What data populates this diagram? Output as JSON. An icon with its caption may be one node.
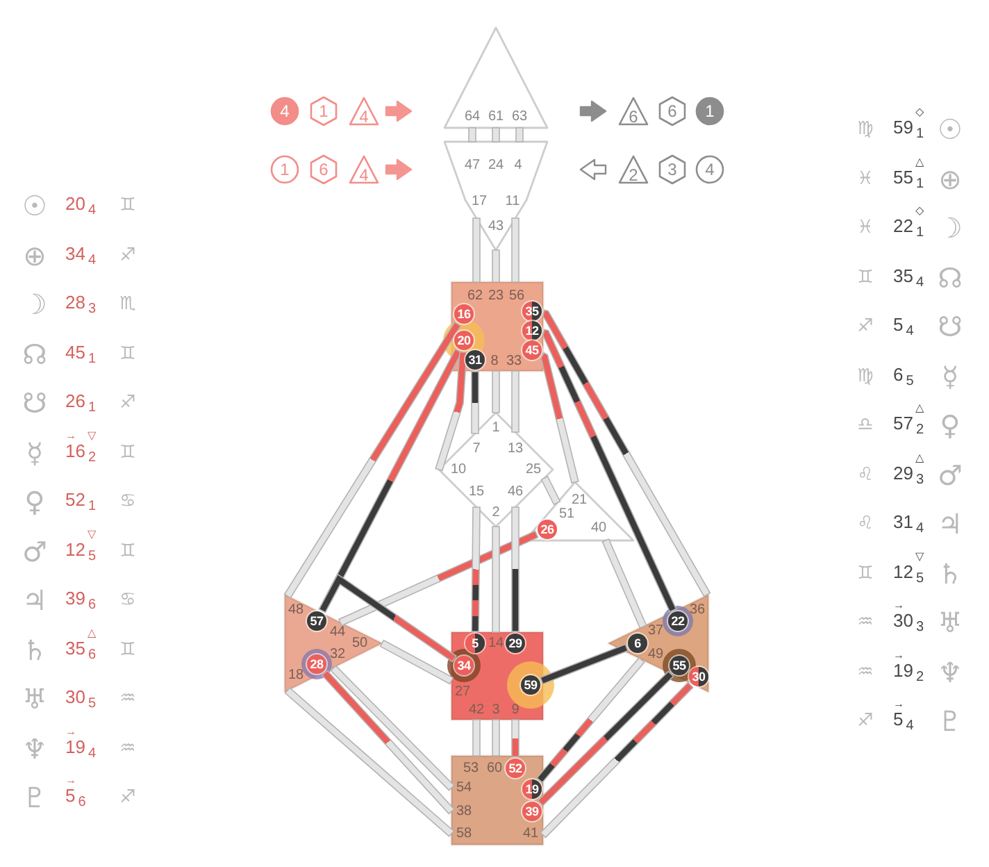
{
  "diagram": {
    "nodes": [
      {
        "text": [
          "4"
        ]
      },
      {
        "text": [
          "1"
        ]
      },
      {
        "text": [
          "4"
        ]
      },
      {
        "text": [
          "6"
        ]
      },
      {
        "text": [
          "6"
        ]
      },
      {
        "text": [
          "1"
        ]
      },
      {
        "text": [
          "1"
        ]
      },
      {
        "text": [
          "6"
        ]
      },
      {
        "text": [
          "4"
        ]
      },
      {
        "text": [
          "2"
        ]
      },
      {
        "text": [
          "3"
        ]
      },
      {
        "text": [
          "4"
        ]
      },
      {
        "text": [
          "64",
          "61",
          "63"
        ]
      },
      {
        "text": [
          "47",
          "24",
          "4",
          "17",
          "11",
          "43"
        ]
      },
      {
        "text": [
          "62",
          "23",
          "56",
          "8",
          "33"
        ]
      },
      {
        "text": [
          "16"
        ],
        "in": 14
      },
      {
        "text": [
          "35"
        ],
        "in": 14
      },
      {
        "text": [
          "12"
        ],
        "in": 14
      },
      {
        "text": [
          "20"
        ],
        "in": 14
      },
      {
        "text": [
          "45"
        ],
        "in": 14
      },
      {
        "text": [
          "31"
        ],
        "in": 14
      },
      {
        "text": [
          "1",
          "7",
          "13",
          "10",
          "25",
          "15",
          "46",
          "2"
        ]
      },
      {
        "text": [
          "21",
          "51",
          "40"
        ]
      },
      {
        "text": [
          "26"
        ],
        "in": 22
      },
      {
        "text": [
          "48",
          "44",
          "50",
          "32",
          "18"
        ]
      },
      {
        "text": [
          "57"
        ],
        "in": 24
      },
      {
        "text": [
          "28"
        ],
        "in": 24
      },
      {
        "text": [
          "14",
          "27",
          "42",
          "3",
          "9"
        ]
      },
      {
        "text": [
          "5"
        ],
        "in": 27
      },
      {
        "text": [
          "29"
        ],
        "in": 27
      },
      {
        "text": [
          "34"
        ],
        "in": 27
      },
      {
        "text": [
          "59"
        ],
        "in": 27
      },
      {
        "text": [
          "36",
          "37",
          "49"
        ]
      },
      {
        "text": [
          "22"
        ],
        "in": 32
      },
      {
        "text": [
          "6"
        ],
        "in": 32
      },
      {
        "text": [
          "55"
        ],
        "in": 32
      },
      {
        "text": [
          "30"
        ],
        "in": 32
      },
      {
        "text": [
          "53",
          "60",
          "54",
          "38",
          "58",
          "41"
        ]
      },
      {
        "text": [
          "52"
        ],
        "in": 37
      },
      {
        "text": [
          "19"
        ],
        "in": 37
      },
      {
        "text": [
          "39"
        ],
        "in": 37
      }
    ],
    "edges": [
      {
        "from": 12,
        "to": 13,
        "arrow": "none"
      },
      {
        "from": 12,
        "to": 13,
        "arrow": "none"
      },
      {
        "from": 12,
        "to": 13,
        "arrow": "none"
      },
      {
        "from": 13,
        "to": 14,
        "arrow": "none"
      },
      {
        "from": 13,
        "to": 14,
        "arrow": "none"
      },
      {
        "from": 13,
        "to": 14,
        "arrow": "none"
      },
      {
        "from": 15,
        "to": 24,
        "arrow": "none"
      },
      {
        "from": 18,
        "to": 25,
        "arrow": "none"
      },
      {
        "from": 21,
        "to": 18,
        "arrow": "none"
      },
      {
        "from": 20,
        "to": 21,
        "arrow": "none"
      },
      {
        "from": 14,
        "to": 21,
        "arrow": "none"
      },
      {
        "from": 14,
        "to": 21,
        "arrow": "none"
      },
      {
        "from": 19,
        "to": 22,
        "arrow": "none"
      },
      {
        "from": 16,
        "to": 32,
        "arrow": "none"
      },
      {
        "from": 17,
        "to": 33,
        "arrow": "none"
      },
      {
        "from": 21,
        "to": 22,
        "arrow": "none"
      },
      {
        "from": 23,
        "to": 24,
        "arrow": "none"
      },
      {
        "from": 22,
        "to": 32,
        "arrow": "none"
      },
      {
        "from": 21,
        "to": 28,
        "arrow": "none"
      },
      {
        "from": 21,
        "to": 27,
        "arrow": "none"
      },
      {
        "from": 21,
        "to": 29,
        "arrow": "none"
      },
      {
        "from": 25,
        "to": 30,
        "arrow": "none"
      },
      {
        "from": 24,
        "to": 27,
        "arrow": "none"
      },
      {
        "from": 31,
        "to": 34,
        "arrow": "none",
        "color": "#3b3b3b"
      },
      {
        "from": 27,
        "to": 37,
        "arrow": "none"
      },
      {
        "from": 27,
        "to": 37,
        "arrow": "none"
      },
      {
        "from": 27,
        "to": 38,
        "arrow": "none"
      },
      {
        "from": 24,
        "to": 37,
        "arrow": "none"
      },
      {
        "from": 26,
        "to": 37,
        "arrow": "none"
      },
      {
        "from": 24,
        "to": 37,
        "arrow": "none"
      },
      {
        "from": 32,
        "to": 39,
        "arrow": "none"
      },
      {
        "from": 35,
        "to": 40,
        "arrow": "none"
      },
      {
        "from": 36,
        "to": 37,
        "arrow": "none"
      }
    ],
    "labels": [
      "☉",
      "20$_{4}$",
      "♊",
      "⊕",
      "34$_{4}$",
      "♐",
      "☽",
      "28$_{3}$",
      "♏",
      "☊",
      "45$_{1}$",
      "♊",
      "☋",
      "26$_{1}$",
      "♐",
      "☿",
      "$^{→}$16$^{▽}$$_{2}$",
      "♊",
      "♀",
      "52$_{1}$",
      "♋",
      "♂",
      "12$^{▽}$$_{5}$",
      "♊",
      "♃",
      "39$_{6}$",
      "♋",
      "♄",
      "35$^{△}$$_{6}$",
      "♊",
      "♅",
      "30$_{5}$",
      "♒",
      "♆",
      "$^{→}$19$_{4}$",
      "♒",
      "♇",
      "$^{→}$5$_{6}$",
      "♐",
      "♍",
      "59$^{◇}$$_{1}$",
      "☉",
      "♓",
      "55$^{△}$$_{1}$",
      "⊕",
      "♓",
      "22$^{◇}$$_{1}$",
      "☽",
      "♊",
      "35$_{4}$",
      "☊",
      "♐",
      "5$_{4}$",
      "☋",
      "♍",
      "6$_{5}$",
      "☿",
      "♎",
      "57$^{△}$$_{2}$",
      "♀",
      "♌",
      "29$^{△}$$_{3}$",
      "♂",
      "♌",
      "31$_{4}$",
      "♃",
      "♊",
      "12$^{▽}$$_{5}$",
      "♄",
      "♒",
      "$^{→}$30$_{3}$",
      "♅",
      "♒",
      "$^{→}$19$_{2}$",
      "♆",
      "♐",
      "$^{→}$5$_{4}$",
      "♇"
    ]
  }
}
